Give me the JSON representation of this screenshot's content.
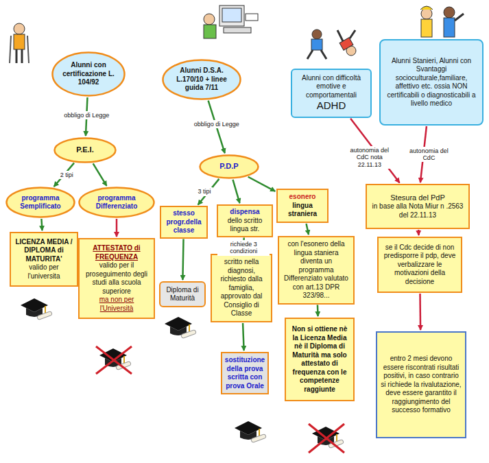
{
  "diagram": {
    "nodes": [
      {
        "text": [
          "Alunni con certificazione L. 104/92"
        ]
      },
      {
        "text": [
          "P.E.I."
        ]
      },
      {
        "text": [
          "programma Semplificato"
        ]
      },
      {
        "text": [
          "programma Differenziato"
        ]
      },
      {
        "text": [
          "LICENZA MEDIA / DIPLOMA di MATURITA'",
          "valido per l'universita"
        ]
      },
      {
        "text": [
          "ATTESTATO di FREQUENZA",
          "valido per il proseguimento degli studi alla scuola superiore",
          "ma non per l'Università"
        ]
      },
      {
        "text": [
          "Alunni D.S.A. L.170/10 + linee guida 7/11"
        ]
      },
      {
        "text": [
          "P.D.P"
        ]
      },
      {
        "text": [
          "stesso progr.della classe"
        ]
      },
      {
        "text": [
          "dispensa",
          "dello scritto lingua str."
        ]
      },
      {
        "text": [
          "esonero",
          "lingua straniera"
        ]
      },
      {
        "text": [
          "Diploma di Maturità"
        ]
      },
      {
        "text": [
          "scritto nella diagnosi, richiesto dalla famiglia, approvato dal Consiglio di Classe"
        ]
      },
      {
        "text": [
          "sostituzione della prova scritta con prova Orale"
        ]
      },
      {
        "text": [
          "con l'esonero della lingua staniera diventa un programma Differenziato valutato con art.13 DPR 323/98..."
        ]
      },
      {
        "text": [
          "Non si ottiene nè la Licenza Media nè il Diploma di Maturità ma solo attestato di frequenza con le competenze raggiunte"
        ]
      },
      {
        "text": [
          "Alunni con difficoltà emotive e comportamentali",
          "ADHD"
        ]
      },
      {
        "text": [
          "Alunni Stanieri, Alunni con Svantaggi socioculturale,familiare, affettivo etc. ossia NON certificabili o diagnosticabili a livello medico"
        ]
      },
      {
        "text": [
          "Stesura del PdP",
          "in base alla Nota Miur n .2563 del 22.11.13"
        ]
      },
      {
        "text": [
          "se il Cdc decide di non predisporre il pdp, deve verbalizzare le motivazioni della decisione"
        ]
      },
      {
        "text": [
          "entro 2 mesi devono essere riscontrati risultati positivi, in caso contrario si richiede la rivalutazione, deve essere garantito il raggiungimento del successo formativo"
        ]
      }
    ],
    "edges": [
      {
        "from": 0,
        "to": 1,
        "label": "obbligo di Legge",
        "arrow": "to"
      },
      {
        "from": 1,
        "to": 2,
        "label": "2 tipi",
        "arrow": "to"
      },
      {
        "from": 1,
        "to": 3,
        "arrow": "to"
      },
      {
        "from": 2,
        "to": 4,
        "arrow": "to"
      },
      {
        "from": 3,
        "to": 5,
        "arrow": "to"
      },
      {
        "from": 6,
        "to": 7,
        "label": "obbligo di Legge",
        "arrow": "to"
      },
      {
        "from": 7,
        "to": 8,
        "label": "3 tipi",
        "arrow": "to"
      },
      {
        "from": 7,
        "to": 9,
        "arrow": "to"
      },
      {
        "from": 7,
        "to": 10,
        "arrow": "to"
      },
      {
        "from": 8,
        "to": 11,
        "arrow": "to"
      },
      {
        "from": 9,
        "to": 12,
        "label": "richiede 3 condizioni",
        "arrow": "to"
      },
      {
        "from": 12,
        "to": 13,
        "arrow": "to"
      },
      {
        "from": 10,
        "to": 14,
        "arrow": "to"
      },
      {
        "from": 14,
        "to": 15,
        "arrow": "to"
      },
      {
        "from": 16,
        "to": 18,
        "label": "autonomia del CdC nota 22.11.13",
        "arrow": "to"
      },
      {
        "from": 17,
        "to": 18,
        "label": "autonomia del CdC",
        "arrow": "to"
      },
      {
        "from": 18,
        "to": 19,
        "arrow": "to"
      },
      {
        "from": 19,
        "to": 20,
        "arrow": "to"
      }
    ]
  }
}
